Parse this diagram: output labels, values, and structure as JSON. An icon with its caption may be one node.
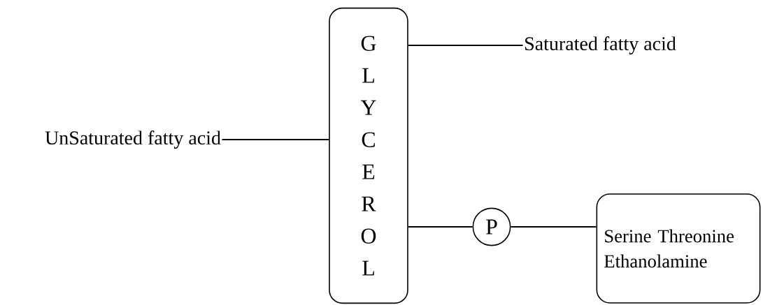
{
  "diagram": {
    "nodes": [
      {
        "text": [
          "G L Y C E R O L"
        ]
      },
      {
        "text": [
          "Saturated fatty acid"
        ]
      },
      {
        "text": [
          "UnSaturated fatty acid"
        ]
      },
      {
        "text": [
          "P"
        ]
      },
      {
        "text": [
          "Serine Threonine Ethanolamine"
        ]
      }
    ],
    "edges": [
      {
        "from": 0,
        "to": 1,
        "arrow": "none"
      },
      {
        "from": 2,
        "to": 0,
        "arrow": "none"
      },
      {
        "from": 0,
        "to": 3,
        "arrow": "none"
      },
      {
        "from": 3,
        "to": 4,
        "arrow": "none"
      }
    ]
  }
}
